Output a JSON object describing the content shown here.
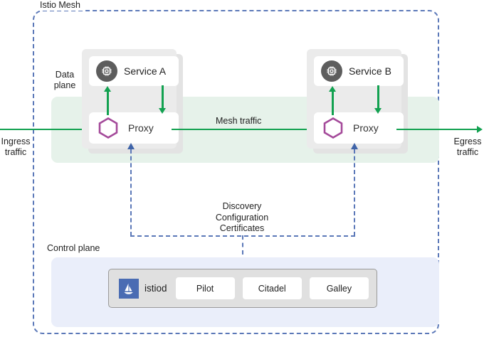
{
  "diagram": {
    "mesh_label": "Istio Mesh",
    "data_plane_label": "Data\nplane",
    "data_plane_label_line1": "Data",
    "data_plane_label_line2": "plane",
    "control_plane_label": "Control plane",
    "ingress_label_line1": "Ingress",
    "ingress_label_line2": "traffic",
    "egress_label_line1": "Egress",
    "egress_label_line2": "traffic",
    "mesh_traffic_label": "Mesh traffic",
    "discovery_lines": {
      "line1": "Discovery",
      "line2": "Configuration",
      "line3": "Certificates"
    },
    "pods": [
      {
        "service_name": "Service A",
        "proxy_name": "Proxy"
      },
      {
        "service_name": "Service B",
        "proxy_name": "Proxy"
      }
    ],
    "istiod": {
      "name": "istiod",
      "logo_icon": "sailboat-icon",
      "components": [
        "Pilot",
        "Citadel",
        "Galley"
      ]
    },
    "icons": {
      "service": "cpu-chip-icon",
      "proxy": "hexagon-icon"
    },
    "colors": {
      "mesh_border": "#5b78b8",
      "data_plane_band": "#e6f2ea",
      "control_plane_band": "#eaeefa",
      "traffic_arrow": "#12a150",
      "proxy_hexagon": "#a44a9a",
      "service_circle": "#5d5d5d",
      "istiod_logo_bg": "#4a6cb3",
      "pod_bg": "#ebebeb"
    }
  }
}
